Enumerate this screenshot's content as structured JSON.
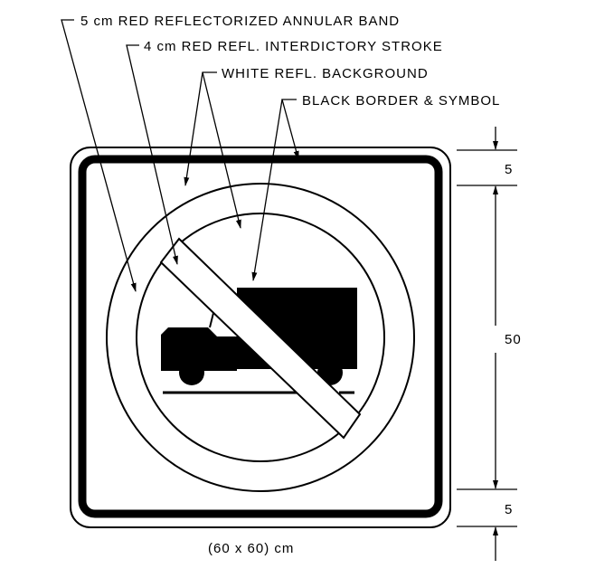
{
  "labels": {
    "annular_band": "5 cm RED REFLECTORIZED ANNULAR BAND",
    "interdictory_stroke": "4 cm RED REFL. INTERDICTORY STROKE",
    "background": "WHITE REFL. BACKGROUND",
    "border_symbol": "BLACK BORDER & SYMBOL"
  },
  "dimensions": {
    "top_margin": "5",
    "middle": "50",
    "bottom_margin": "5",
    "overall": "(60 x 60) cm"
  }
}
